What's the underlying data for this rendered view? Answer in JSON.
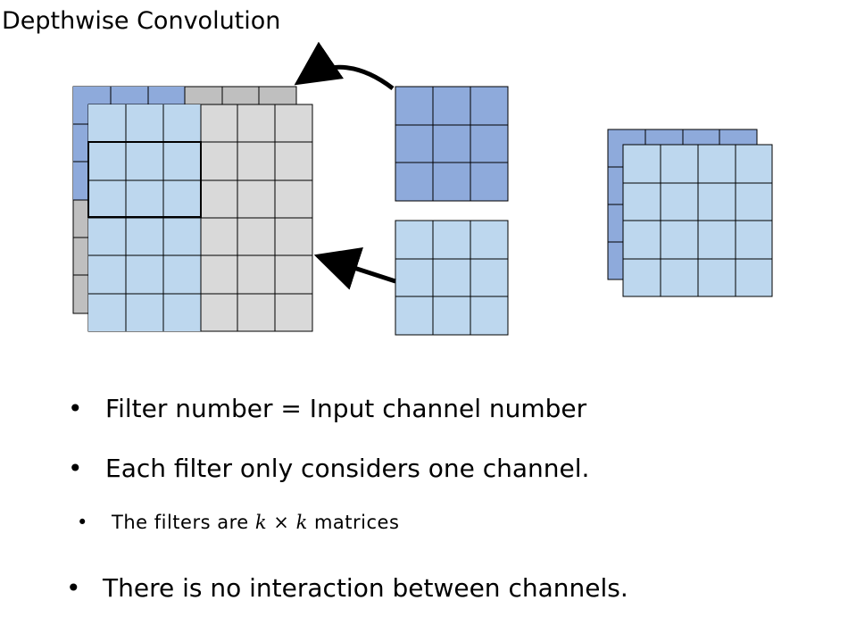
{
  "title": "Depthwise Convolution",
  "colors": {
    "channel_dark": "#8eaadb",
    "channel_light": "#bdd7ee",
    "padding_gray": "#bfbfbf",
    "padding_light_gray": "#d9d9d9",
    "stroke": "#000000"
  },
  "bullets": {
    "b1": "Filter number = Input channel number",
    "b2": "Each filter only considers one channel.",
    "b3_prefix": "The filters are ",
    "b3_var_a": "k",
    "b3_op": "×",
    "b3_var_b": "k",
    "b3_suffix": " matrices",
    "b4": "There is no interaction between channels.",
    "dot": "•"
  }
}
